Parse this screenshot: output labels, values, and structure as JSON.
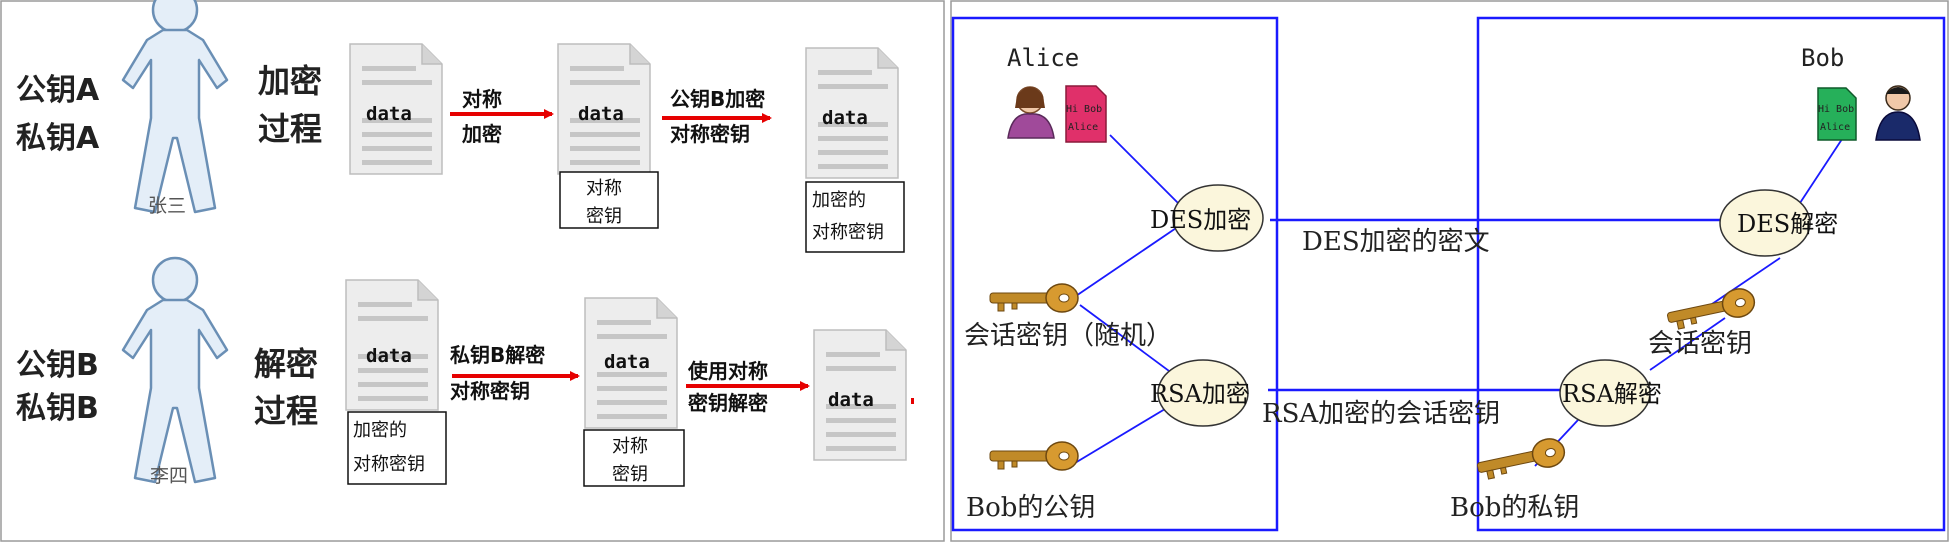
{
  "left_panel": {
    "encryption_row": {
      "person_keys": [
        "公钥A",
        "私钥A"
      ],
      "person_name": "张三",
      "process_label": [
        "加密",
        "过程"
      ],
      "doc_text": "data",
      "step1_label": [
        "对称",
        "加密"
      ],
      "step2_label": [
        "公钥B加密",
        "对称密钥"
      ],
      "box1_label": [
        "对称",
        "密钥"
      ],
      "box2_label": [
        "加密的",
        "对称密钥"
      ]
    },
    "decryption_row": {
      "person_keys": [
        "公钥B",
        "私钥B"
      ],
      "person_name": "李四",
      "process_label": [
        "解密",
        "过程"
      ],
      "doc_text": "data",
      "step1_label": [
        "私钥B解密",
        "对称密钥"
      ],
      "step2_label": [
        "使用对称",
        "密钥解密"
      ],
      "box1_label": [
        "加密的",
        "对称密钥"
      ],
      "box2_label": [
        "对称",
        "密钥"
      ]
    }
  },
  "right_panel": {
    "alice_label": "Alice",
    "bob_label": "Bob",
    "doc_note": [
      "Hi Bob",
      "Alice"
    ],
    "des_encrypt": "DES加密",
    "rsa_encrypt": "RSA加密",
    "des_decrypt": "DES解密",
    "rsa_decrypt": "RSA解密",
    "des_ciphertext": "DES加密的密文",
    "rsa_session_ciphertext": "RSA加密的会话密钥",
    "session_key_random": "会话密钥（随机）",
    "bob_public_key": "Bob的公钥",
    "bob_private_key": "Bob的私钥",
    "session_key": "会话密钥"
  },
  "colors": {
    "arrow_red": "#e60000",
    "line_blue": "#1a1aff",
    "ellipse_fill": "#fbf6dc",
    "key_gold": "#c08a28",
    "figure_fill": "#e4eef8",
    "figure_stroke": "#6a8fb5",
    "doc_fill": "#ededed"
  }
}
